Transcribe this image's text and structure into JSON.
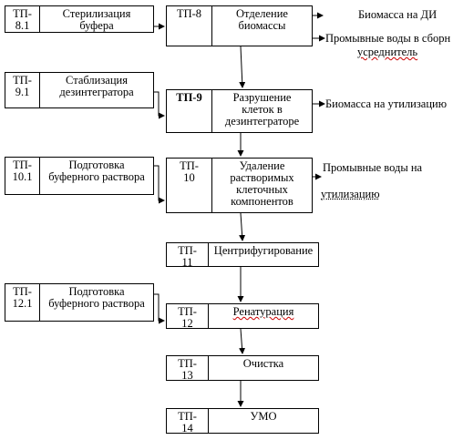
{
  "steps": {
    "tp8_1": {
      "code": "ТП-\n8.1",
      "name": "Стерилизация\nбуфера"
    },
    "tp8": {
      "code": "ТП-8",
      "name": "Отделение\nбиомассы"
    },
    "tp9_1": {
      "code": "ТП-\n9.1",
      "name": "Стаблизация\nдезинтегратора"
    },
    "tp9": {
      "code": "ТП-9",
      "name": "Разрушение\nклеток в\nдезинтеграторе"
    },
    "tp10_1": {
      "code": "ТП-\n10.1",
      "name": "Подготовка\nбуферного раствора"
    },
    "tp10": {
      "code": "ТП-\n10",
      "name": "Удаление\nрастворимых\nклеточных\nкомпонентов"
    },
    "tp11": {
      "code": "ТП-\n11",
      "name": "Центрифугирование"
    },
    "tp12_1": {
      "code": "ТП-\n12.1",
      "name": "Подготовка\nбуферного раствора"
    },
    "tp12": {
      "code": "ТП-\n12",
      "name": "Ренатурация"
    },
    "tp13": {
      "code": "ТП-\n13",
      "name": "Очистка"
    },
    "tp14": {
      "code": "ТП-\n14",
      "name": "УМО"
    }
  },
  "outputs": {
    "biomass_di": "Биомасса на ДИ",
    "wash_water_line1": "Промывные воды в сборн",
    "wash_water_line2": "усреднитель",
    "biomass_util": "Биомасса на утилизацию",
    "wash_util_line1": "Промывные воды на",
    "wash_util_line2": "утилизацию"
  }
}
